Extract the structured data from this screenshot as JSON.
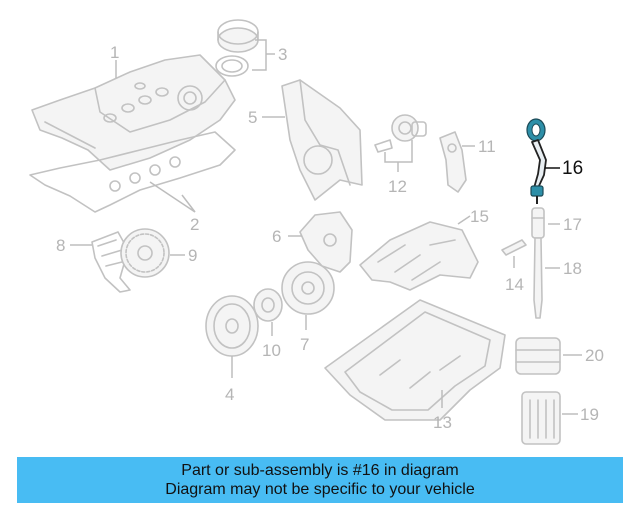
{
  "callouts": {
    "c1": "1",
    "c2": "2",
    "c3": "3",
    "c4": "4",
    "c5": "5",
    "c6": "6",
    "c7": "7",
    "c8": "8",
    "c9": "9",
    "c10": "10",
    "c11": "11",
    "c12": "12",
    "c13": "13",
    "c14": "14",
    "c15": "15",
    "c16": "16",
    "c17": "17",
    "c18": "18",
    "c19": "19",
    "c20": "20"
  },
  "highlighted_part": "16",
  "colors": {
    "banner": "#48bcf3",
    "highlight": "#2d8fa8",
    "part_lines": "#c2c2c2"
  },
  "banner": {
    "line1": "Part or sub-assembly is #16 in diagram",
    "line2": "Diagram may not be specific to your vehicle"
  }
}
